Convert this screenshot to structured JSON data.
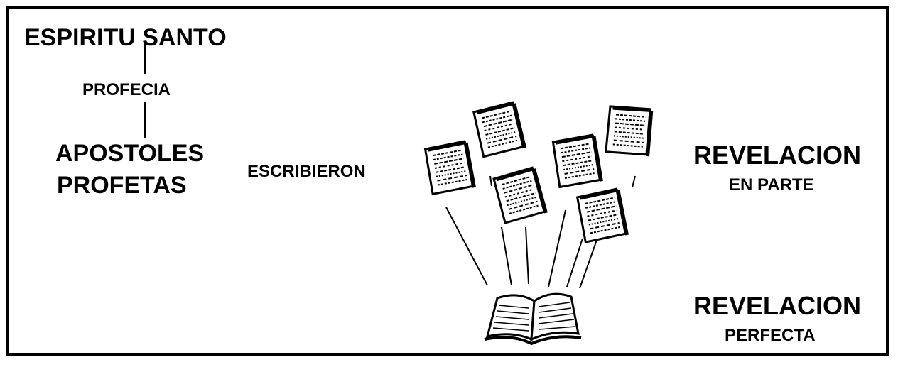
{
  "diagram": {
    "title": "ESPIRITU SANTO",
    "step": "PROFECIA",
    "authors": [
      "APOSTOLES",
      "PROFETAS"
    ],
    "verb": "ESCRIBIERON",
    "partial": {
      "main": "REVELACION",
      "sub": "EN PARTE"
    },
    "complete": {
      "main": "REVELACION",
      "sub": "PERFECTA"
    }
  },
  "colors": {
    "ink": "#000000",
    "paper": "#ffffff"
  },
  "icons": [
    "scroll-book-icon",
    "open-bible-icon"
  ]
}
